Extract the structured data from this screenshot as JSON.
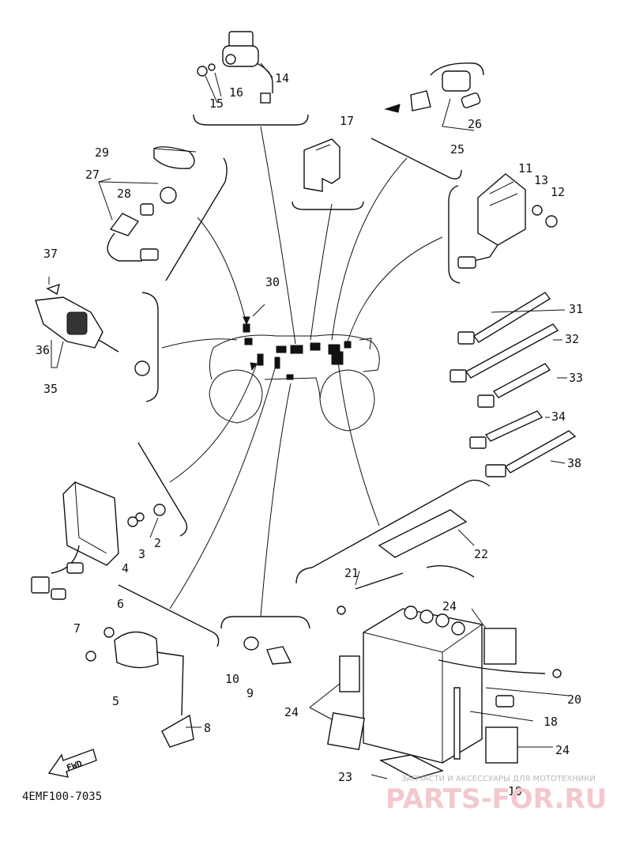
{
  "diagram": {
    "drawing_code": "4EMF100-7035",
    "fwd_label": "FWD",
    "watermark_top": "ЗАПЧАСТИ И АКСЕССУАРЫ ДЛЯ МОТОТЕХНИКИ",
    "watermark_main": "PARTS-FOR.RU",
    "callouts": {
      "c2": "2",
      "c3": "3",
      "c4": "4",
      "c5": "5",
      "c6": "6",
      "c7": "7",
      "c8": "8",
      "c9": "9",
      "c10": "10",
      "c11": "11",
      "c12": "12",
      "c13": "13",
      "c14": "14",
      "c15": "15",
      "c16": "16",
      "c17": "17",
      "c18": "18",
      "c19": "19",
      "c20": "20",
      "c21": "21",
      "c22": "22",
      "c23": "23",
      "c24a": "24",
      "c24b": "24",
      "c24c": "24",
      "c25": "25",
      "c26": "26",
      "c27": "27",
      "c28": "28",
      "c29": "29",
      "c30": "30",
      "c31": "31",
      "c32": "32",
      "c33": "33",
      "c34": "34",
      "c35": "35",
      "c36": "36",
      "c37": "37",
      "c38": "38"
    }
  }
}
